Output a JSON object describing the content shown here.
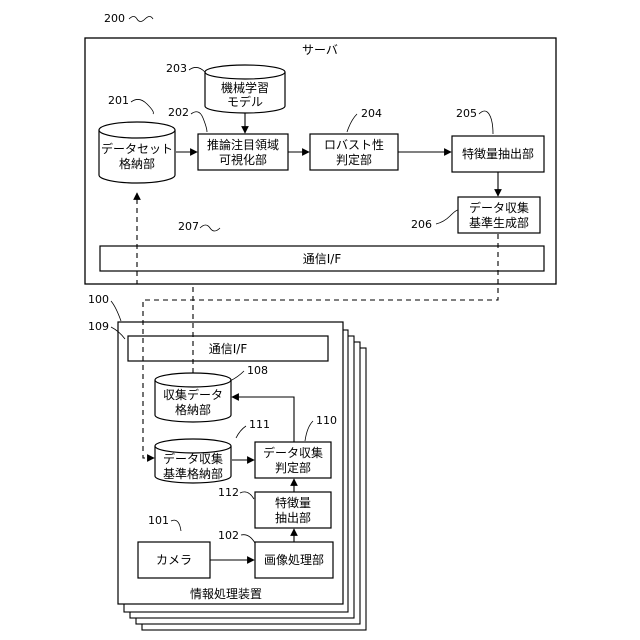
{
  "server": {
    "ref": "200",
    "title": "サーバ",
    "learning_model": {
      "ref": "203",
      "line1": "機械学習",
      "line2": "モデル"
    },
    "dataset_storage": {
      "ref": "201",
      "line1": "データセット",
      "line2": "格納部"
    },
    "inference_viz": {
      "ref": "202",
      "line1": "推論注目領域",
      "line2": "可視化部"
    },
    "robustness": {
      "ref": "204",
      "line1": "ロバスト性",
      "line2": "判定部"
    },
    "feature_extract": {
      "ref": "205",
      "label": "特徴量抽出部"
    },
    "criteria_gen": {
      "ref": "206",
      "line1": "データ収集",
      "line2": "基準生成部"
    },
    "comm": {
      "ref": "207",
      "label": "通信I/F"
    }
  },
  "device": {
    "ref": "100",
    "title": "情報処理装置",
    "comm": {
      "ref": "109",
      "label": "通信I/F"
    },
    "collected_storage": {
      "ref": "108",
      "line1": "収集データ",
      "line2": "格納部"
    },
    "criteria_storage": {
      "ref": "111",
      "line1": "データ収集",
      "line2": "基準格納部"
    },
    "judge": {
      "ref": "110",
      "line1": "データ収集",
      "line2": "判定部"
    },
    "feature_extract": {
      "ref": "112",
      "line1": "特徴量",
      "line2": "抽出部"
    },
    "camera": {
      "ref": "101",
      "label": "カメラ"
    },
    "image_proc": {
      "ref": "102",
      "label": "画像処理部"
    }
  }
}
